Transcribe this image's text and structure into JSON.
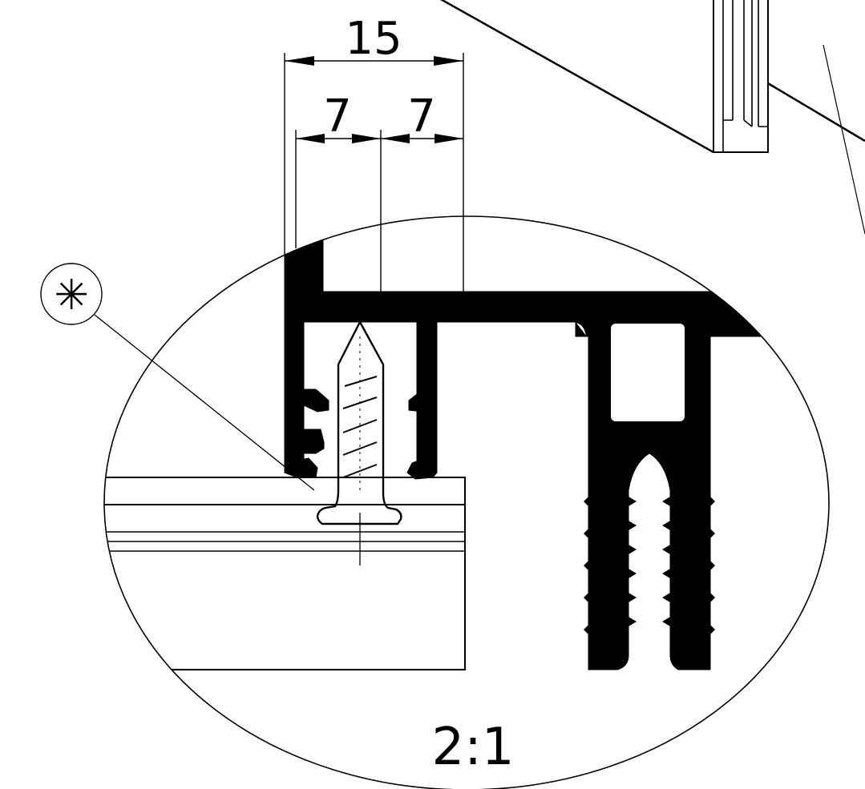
{
  "drawing": {
    "dimension_overall": "15",
    "dimension_left": "7",
    "dimension_right": "7",
    "detail_marker_symbol": "✳",
    "scale_label": "2:1"
  },
  "colors": {
    "ink": "#000000",
    "paper": "#ffffff"
  }
}
